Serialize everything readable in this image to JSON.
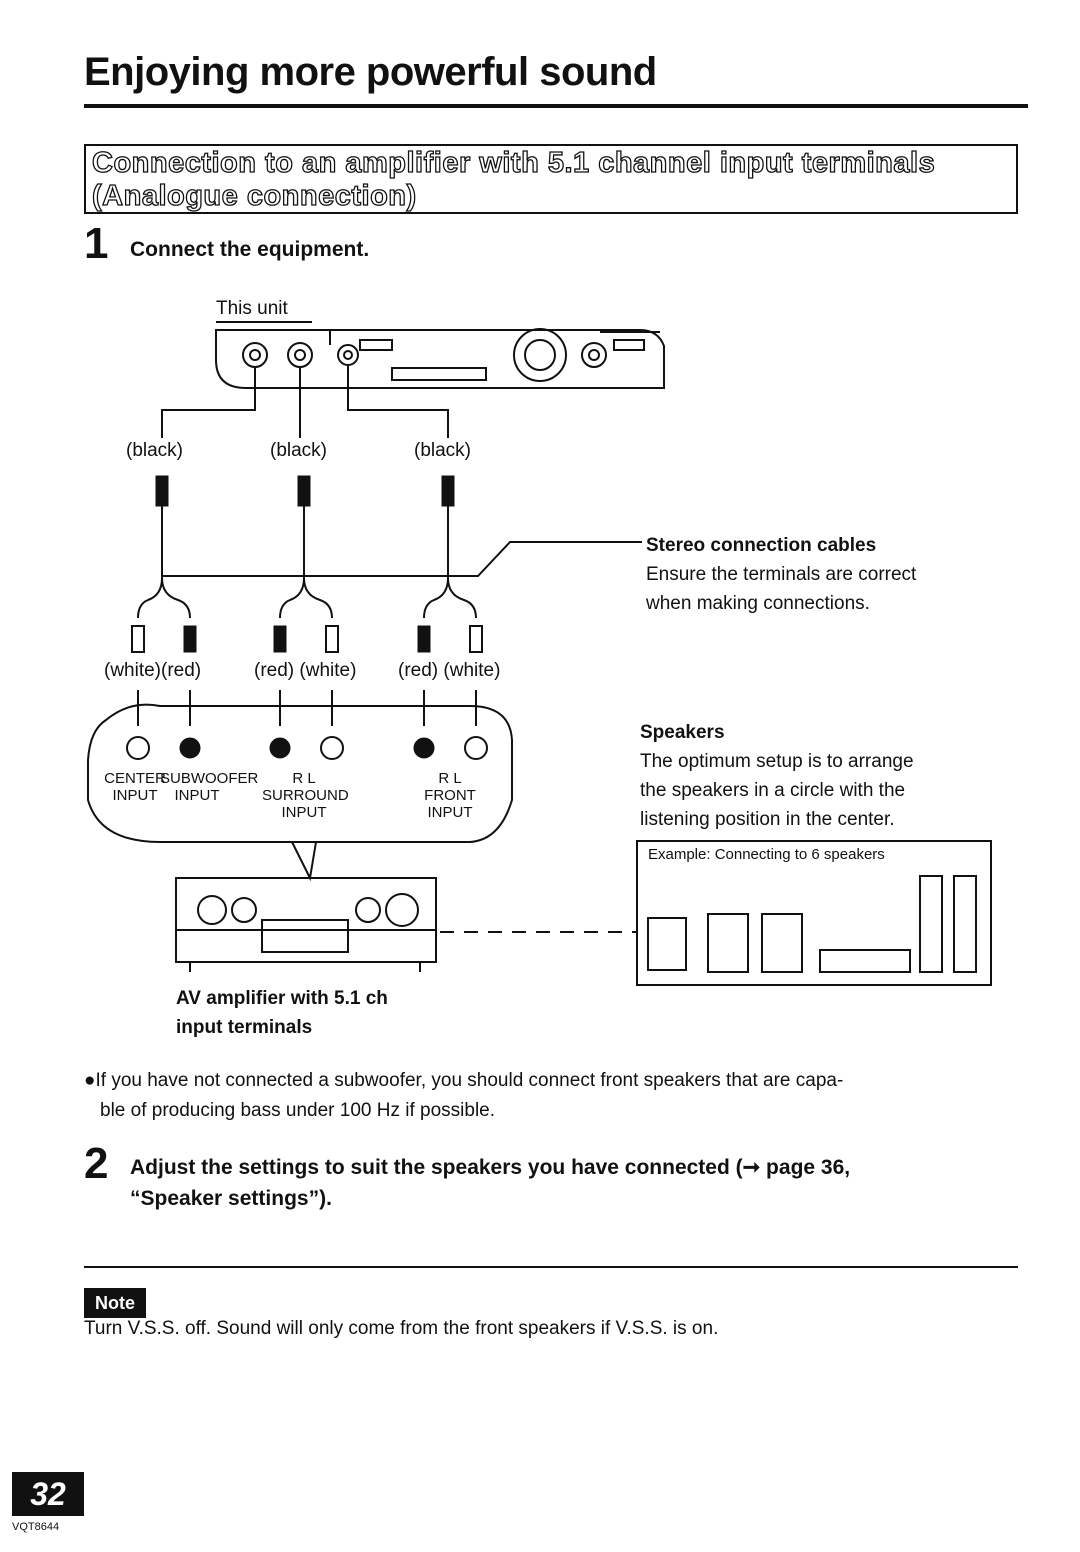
{
  "page_title": "Enjoying more powerful sound",
  "section_heading": {
    "line1": "Connection to an amplifier with 5.1 channel input terminals",
    "line2": "(Analogue connection)"
  },
  "step1": {
    "number": "1",
    "text": "Connect the equipment."
  },
  "diagram": {
    "this_unit_label": "This unit",
    "plug_colors_top": [
      "(black)",
      "(black)",
      "(black)"
    ],
    "plug_colors_bottom": [
      "(white)(red)",
      "(red) (white)",
      "(red) (white)"
    ],
    "terminals": {
      "center": [
        "CENTER",
        "INPUT"
      ],
      "subwoofer": [
        "SUBWOOFER",
        "INPUT"
      ],
      "surround_rl": "R    L",
      "surround": [
        "SURROUND",
        "INPUT"
      ],
      "front_rl": "R    L",
      "front": [
        "FRONT",
        "INPUT"
      ]
    },
    "amplifier_label": [
      "AV amplifier with 5.1 ch",
      "input terminals"
    ]
  },
  "stereo_cables": {
    "title": "Stereo connection cables",
    "text1": "Ensure the terminals are correct",
    "text2": "when making connections."
  },
  "speakers": {
    "title": "Speakers",
    "line1": "The optimum setup is to arrange",
    "line2": "the speakers in a circle with the",
    "line3": "listening position in the center.",
    "example": "Example:  Connecting to 6 speakers"
  },
  "bullet_note": {
    "line1": "●If you have not connected a subwoofer, you should connect front speakers that are capa-",
    "line2": "ble of producing bass under 100 Hz if possible."
  },
  "step2": {
    "number": "2",
    "line1": "Adjust the settings to suit the speakers you have connected (➞ page 36,",
    "line2": "“Speaker settings”)."
  },
  "note": {
    "badge": "Note",
    "text": "Turn V.S.S. off. Sound will only come from the front speakers if V.S.S. is on."
  },
  "footer": {
    "page_number": "32",
    "doc_code": "VQT8644"
  }
}
